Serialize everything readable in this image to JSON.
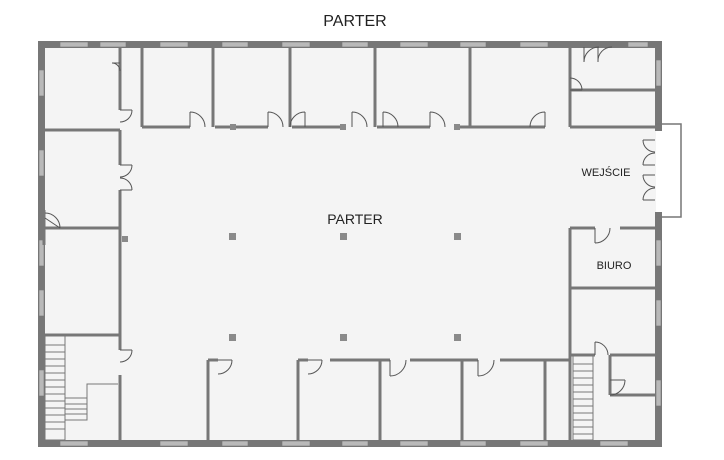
{
  "title": "PARTER",
  "rooms": {
    "hall_label": "PARTER",
    "entrance_label": "WEJŚCIE",
    "office_label": "BIURO"
  },
  "colors": {
    "wall": "#777777",
    "floor": "#f4f4f4",
    "window": "#b9b9b9",
    "background": "#ffffff"
  }
}
